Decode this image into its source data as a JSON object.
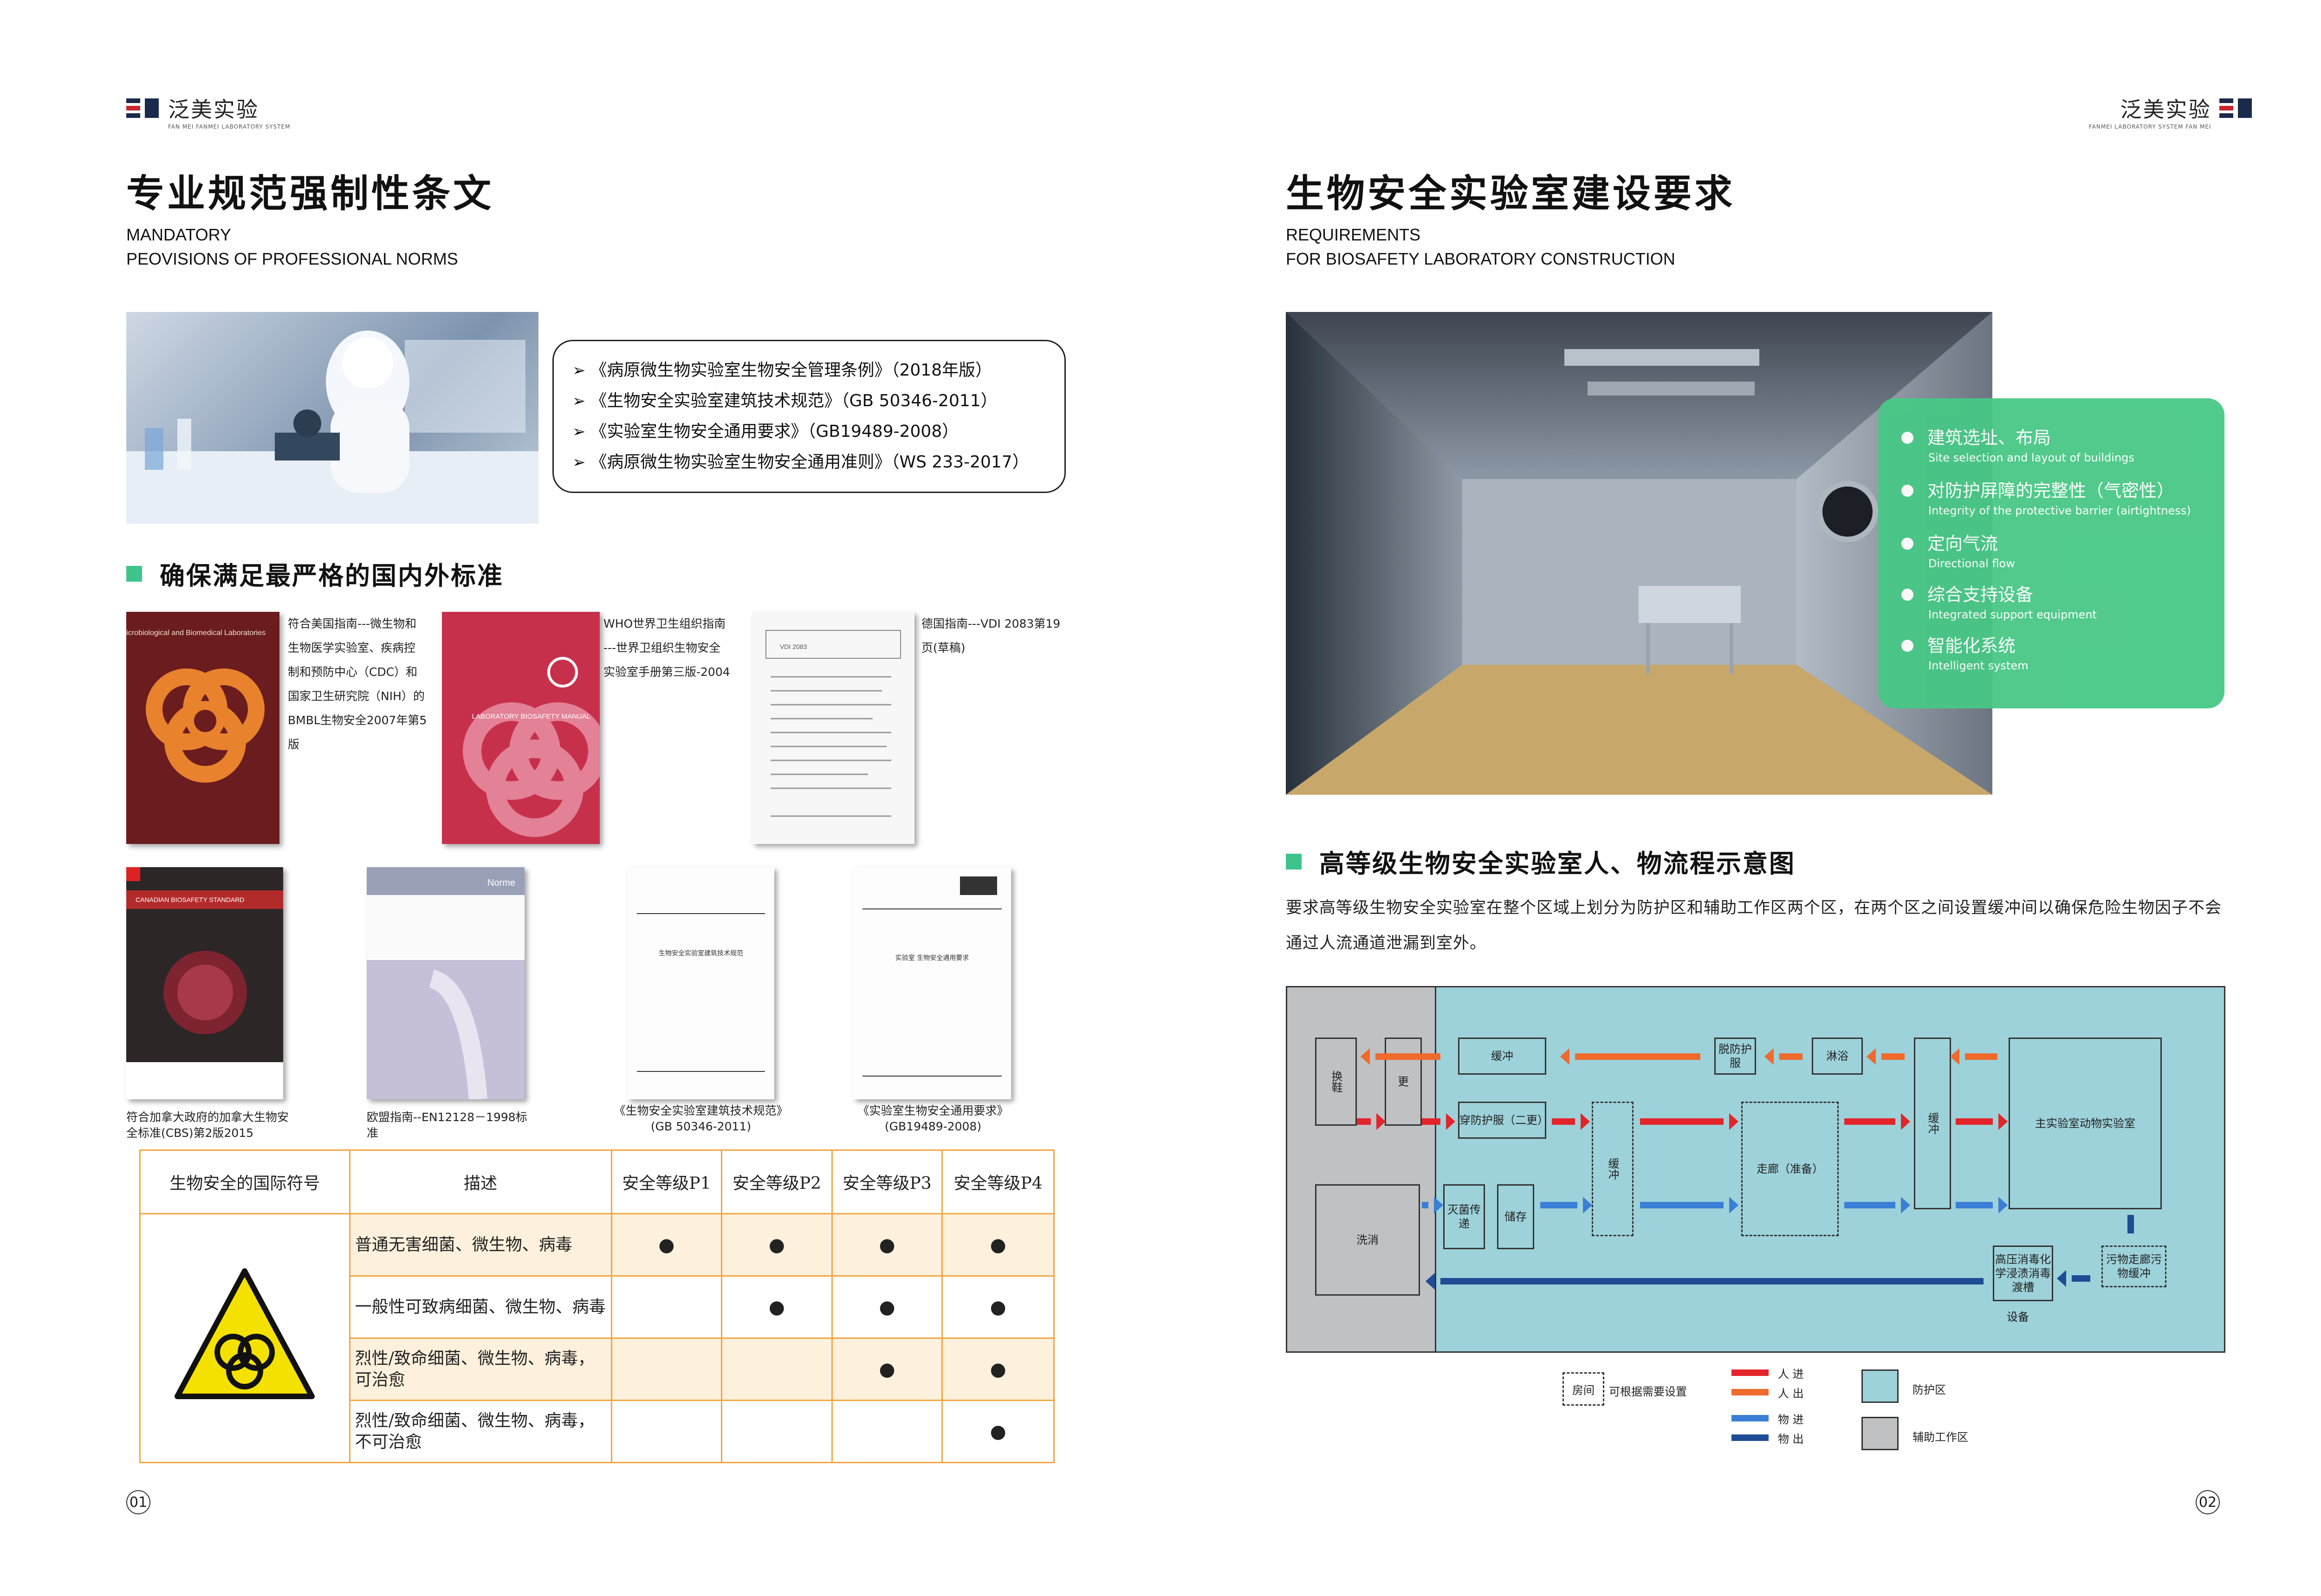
{
  "left_page": {
    "logo": {
      "cn": "泛美实验",
      "en": "FAN MEI  FANMEI LABORATORY SYSTEM"
    },
    "title_cn": "专业规范强制性条文",
    "title_en_1": "MANDATORY",
    "title_en_2": "PEOVISIONS OF PROFESSIONAL NORMS",
    "norms": [
      "《病原微生物实验室生物安全管理条例》（2018年版）",
      "《生物安全实验室建筑技术规范》（GB 50346-2011）",
      "《实验室生物安全通用要求》（GB19489-2008）",
      "《病原微生物实验室生物安全通用准则》（WS 233-2017）"
    ],
    "arrow_glyph": "➢",
    "section_title": "确保满足最严格的国内外标准",
    "standards_row1": [
      {
        "cover_text": "Biosafety in Microbiological and Biomedical Laboratories",
        "caption": [
          "符合美国指南---微生物和",
          "生物医学实验室、疾病控",
          "制和预防中心（CDC）和",
          "国家卫生研究院（NIH）的",
          "BMBL生物安全2007年第5",
          "版"
        ]
      },
      {
        "cover_text": "LABORATORY BIOSAFETY MANUAL",
        "caption": [
          "WHO世界卫生组织指南",
          "---世界卫组织生物安全",
          "实验室手册第三版-2004"
        ]
      },
      {
        "cover_text": "VDI 2083",
        "caption": [
          "德国指南---VDI 2083第19",
          "页(草稿)"
        ]
      }
    ],
    "standards_row2": [
      {
        "cover_text": "CANADIAN BIOSAFETY STANDARD",
        "caption": "符合加拿大政府的加拿大生物安全标准(CBS)第2版2015"
      },
      {
        "cover_text": "Norme",
        "caption": "欧盟指南--EN12128－1998标准"
      },
      {
        "cover_text": "生物安全实验室建筑技术规范",
        "caption": "《生物安全实验室建筑技术规范》(GB 50346-2011)"
      },
      {
        "cover_text": "实验室 生物安全通用要求",
        "caption": "《实验室生物安全通用要求》(GB19489-2008)"
      }
    ],
    "table": {
      "headers": [
        "生物安全的国际符号",
        "描述",
        "安全等级P1",
        "安全等级P2",
        "安全等级P3",
        "安全等级P4"
      ],
      "rows": [
        {
          "desc": "普通无害细菌、微生物、病毒",
          "levels": [
            true,
            true,
            true,
            true
          ]
        },
        {
          "desc": "一般性可致病细菌、微生物、病毒",
          "levels": [
            false,
            true,
            true,
            true
          ]
        },
        {
          "desc": "烈性/致命细菌、微生物、病毒，可治愈",
          "levels": [
            false,
            false,
            true,
            true
          ]
        },
        {
          "desc": "烈性/致命细菌、微生物、病毒，不可治愈",
          "levels": [
            false,
            false,
            false,
            true
          ]
        }
      ],
      "dot": "●"
    },
    "page_number": "01"
  },
  "right_page": {
    "logo": {
      "cn": "泛美实验",
      "en": "FANMEI LABORATORY SYSTEM  FAN MEI"
    },
    "title_cn": "生物安全实验室建设要求",
    "title_en_1": "REQUIREMENTS",
    "title_en_2": "FOR BIOSAFETY LABORATORY CONSTRUCTION",
    "requirements": [
      {
        "cn": "建筑选址、布局",
        "en": "Site selection and layout of buildings"
      },
      {
        "cn": "对防护屏障的完整性（气密性）",
        "en": "Integrity of the protective barrier (airtightness)"
      },
      {
        "cn": "定向气流",
        "en": "Directional flow"
      },
      {
        "cn": "综合支持设备",
        "en": "Integrated support equipment"
      },
      {
        "cn": "智能化系统",
        "en": "Intelligent system"
      }
    ],
    "section_title": "高等级生物安全实验室人、物流程示意图",
    "paragraph": "要求高等级生物安全实验室在整个区域上划分为防护区和辅助工作区两个区，在两个区之间设置缓冲间以确保危险生物因子不会通过人流通道泄漏到室外。",
    "diagram": {
      "rooms": {
        "change": "换鞋",
        "gengyi": "更",
        "buffer1": "缓冲",
        "tuo": "脱防护服",
        "shower": "淋浴",
        "wear": "穿防护服（二更）",
        "buffer2": "缓冲",
        "corridor": "走廊（准备）",
        "buffer3": "缓冲",
        "main": "主实验室动物实验室",
        "wash": "洗消",
        "steril": "灭菌传递",
        "store": "储存",
        "autoclave": "高压消毒化学浸渍消毒渡槽",
        "waste": "污物走廊污物缓冲",
        "equip": "设备"
      },
      "colors": {
        "person_in": "#e3242b",
        "person_out": "#ef6a2c",
        "item_in": "#3a7fd5",
        "item_out": "#1e4d95",
        "protect": "#9dd2da",
        "aux": "#bfc1c3"
      }
    },
    "legend": {
      "room": "房间",
      "room_desc": "可根据需要设置",
      "person_in": "人 进",
      "person_out": "人 出",
      "item_in": "物 进",
      "item_out": "物 出",
      "protect": "防护区",
      "aux": "辅助工作区"
    },
    "page_number": "02"
  }
}
